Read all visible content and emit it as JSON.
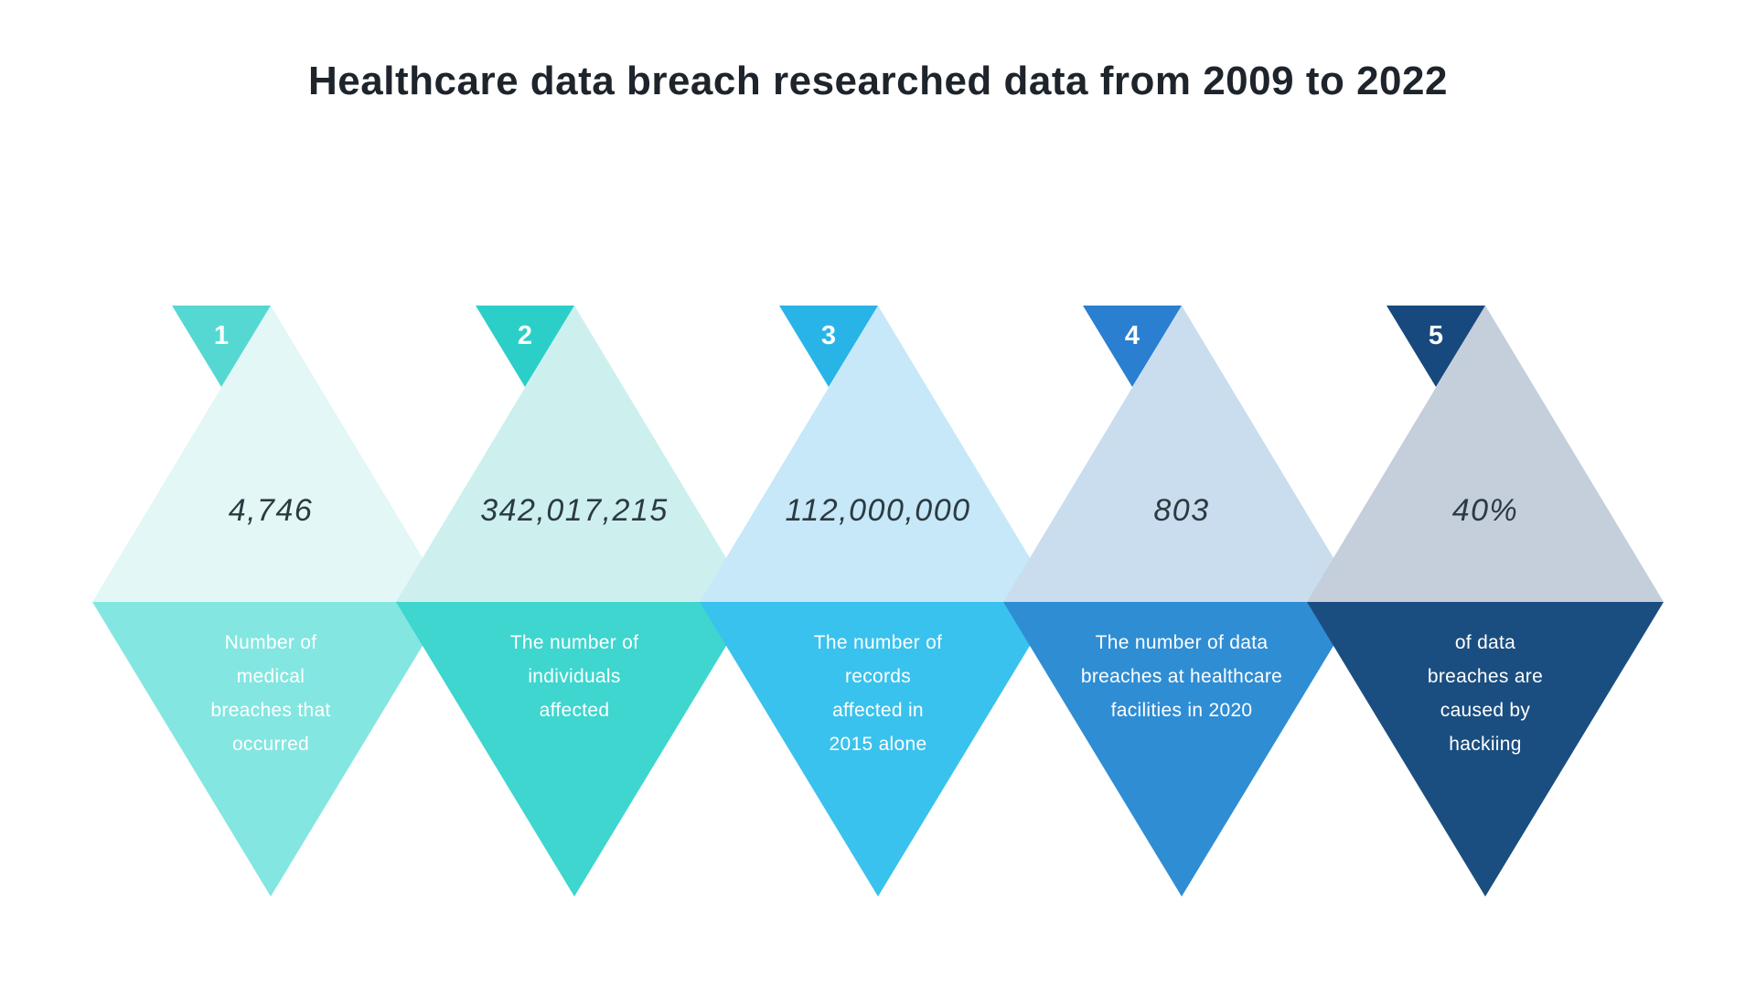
{
  "title": "Healthcare data breach researched data from 2009 to 2022",
  "palette": {
    "background": "#ffffff",
    "title_text": "#1e242b",
    "value_text": "#2c3a41",
    "description_text": "#ffffff"
  },
  "items": [
    {
      "number": "1",
      "value": "4,746",
      "lines": [
        "Number of",
        "medical",
        "breaches that",
        "occurred"
      ],
      "colors": {
        "badge": "#55d8d2",
        "upper": "#e2f7f6",
        "lower": "#83e6e1"
      }
    },
    {
      "number": "2",
      "value": "342,017,215",
      "lines": [
        "The number of",
        "individuals",
        "affected"
      ],
      "colors": {
        "badge": "#2bcfc8",
        "upper": "#cdf0ee",
        "lower": "#3ed6cf"
      }
    },
    {
      "number": "3",
      "value": "112,000,000",
      "lines": [
        "The number of",
        "records",
        "affected in",
        "2015 alone"
      ],
      "colors": {
        "badge": "#29b4e8",
        "upper": "#c6e8f8",
        "lower": "#39c2ed"
      }
    },
    {
      "number": "4",
      "value": "803",
      "lines": [
        "The number of data",
        "breaches at healthcare",
        "facilities in 2020"
      ],
      "colors": {
        "badge": "#2a7fd1",
        "upper": "#c9ddee",
        "lower": "#2f8dd4"
      }
    },
    {
      "number": "5",
      "value": "40%",
      "lines": [
        "of data",
        "breaches are",
        "caused by",
        "hackiing"
      ],
      "colors": {
        "badge": "#17497e",
        "upper": "#c5cedb",
        "lower": "#1b4e80"
      }
    }
  ]
}
